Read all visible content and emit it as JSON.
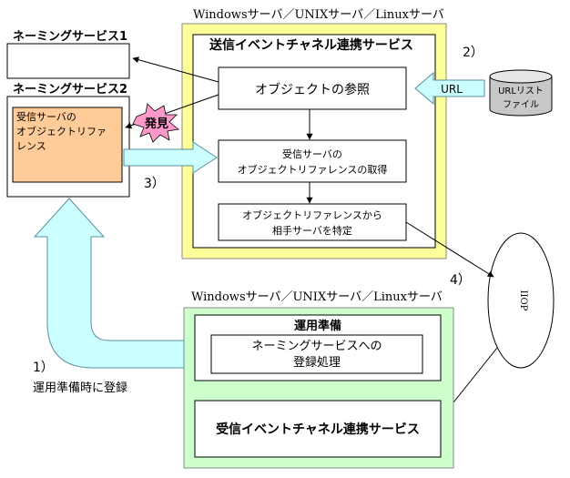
{
  "top_server_caption": "Windowsサーバ／UNIXサーバ／Linuxサーバ",
  "bottom_server_caption": "Windowsサーバ／UNIXサーバ／Linuxサーバ",
  "naming_service_1": {
    "title": "ネーミングサービス1"
  },
  "naming_service_2": {
    "title": "ネーミングサービス2",
    "object_reference_line1": "受信サーバの",
    "object_reference_line2": "オブジェクトリファ",
    "object_reference_line3": "レンス"
  },
  "discovered_label": "発見",
  "sender_service": {
    "title": "送信イベントチャネル連携サービス",
    "object_reference_box": "オブジェクトの参照",
    "get_reference_line1": "受信サーバの",
    "get_reference_line2": "オブジェクトリファレンスの取得",
    "identify_line1": "オブジェクトリファレンスから",
    "identify_line2": "相手サーバを特定"
  },
  "url_label": "URL",
  "url_list_file": {
    "line1": "URLリスト",
    "line2": "ファイル"
  },
  "step_labels": {
    "step1": "1）",
    "step1_text": "運用準備時に登録",
    "step2": "2）",
    "step3": "3）",
    "step4": "4）"
  },
  "iiop_label": "IIOP",
  "receiver_side": {
    "preparation_title": "運用準備",
    "registration_line1": "ネーミングサービスへの",
    "registration_line2": "登録処理",
    "receiver_service": "受信イベントチャネル連携サービス"
  },
  "colors": {
    "yellow_frame": "#ffff99",
    "green_frame": "#ccffcc",
    "cyan_arrow": "#ccffff",
    "orange_box": "#ffcc99",
    "star_pink": "#ff99cc"
  }
}
